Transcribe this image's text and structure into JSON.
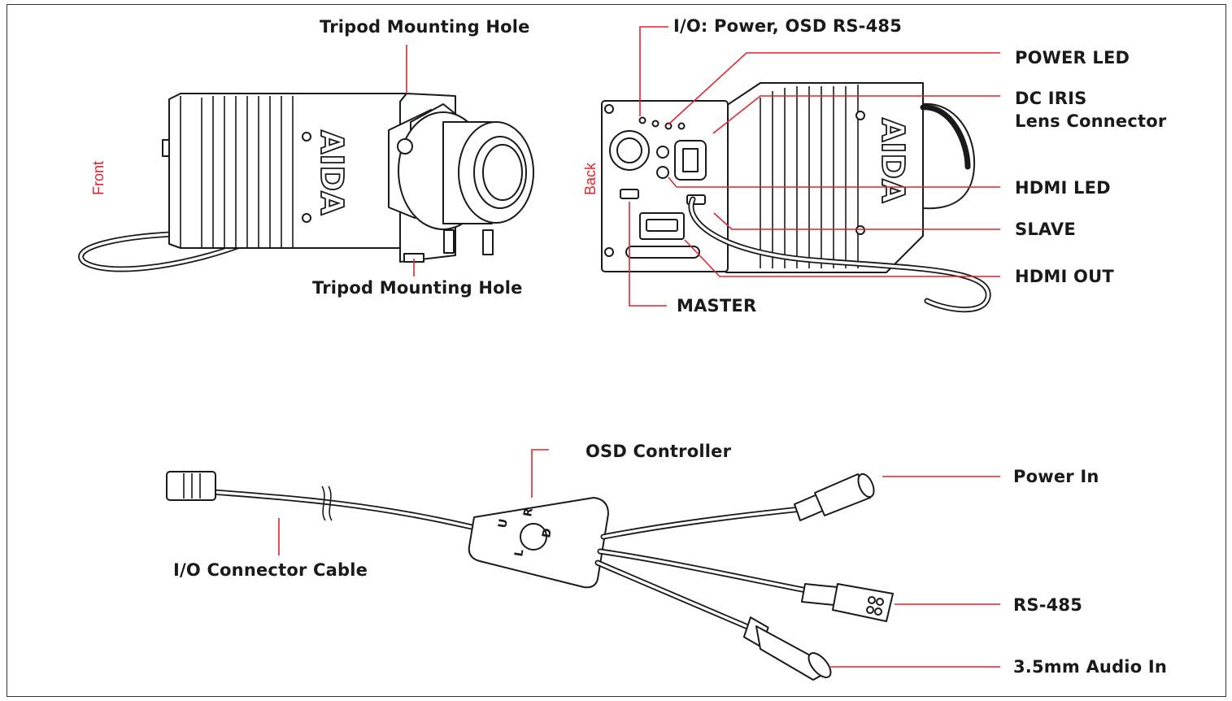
{
  "side_labels": {
    "front": "Front",
    "back": "Back"
  },
  "brand_mark": "AIDA",
  "camera_front": {
    "top_callout": "Tripod Mounting Hole",
    "bottom_callout": "Tripod Mounting Hole"
  },
  "camera_back": {
    "callouts": {
      "io": "I/O: Power, OSD RS-485",
      "power_led": "POWER LED",
      "dc_iris_1": "DC IRIS",
      "dc_iris_2": "Lens Connector",
      "hdmi_led": "HDMI LED",
      "slave": "SLAVE",
      "hdmi_out": "HDMI OUT",
      "master": "MASTER"
    }
  },
  "cable": {
    "osd_controller": "OSD Controller",
    "io_cable": "I/O Connector Cable",
    "power_in": "Power In",
    "rs485": "RS-485",
    "audio_in": "3.5mm Audio In",
    "osd_buttons": {
      "up": "U",
      "right": "R",
      "down": "D",
      "left": "L"
    }
  },
  "colors": {
    "callout_line": "#e0242f",
    "ink": "#1a1a1a",
    "side_label": "#e0242f"
  }
}
